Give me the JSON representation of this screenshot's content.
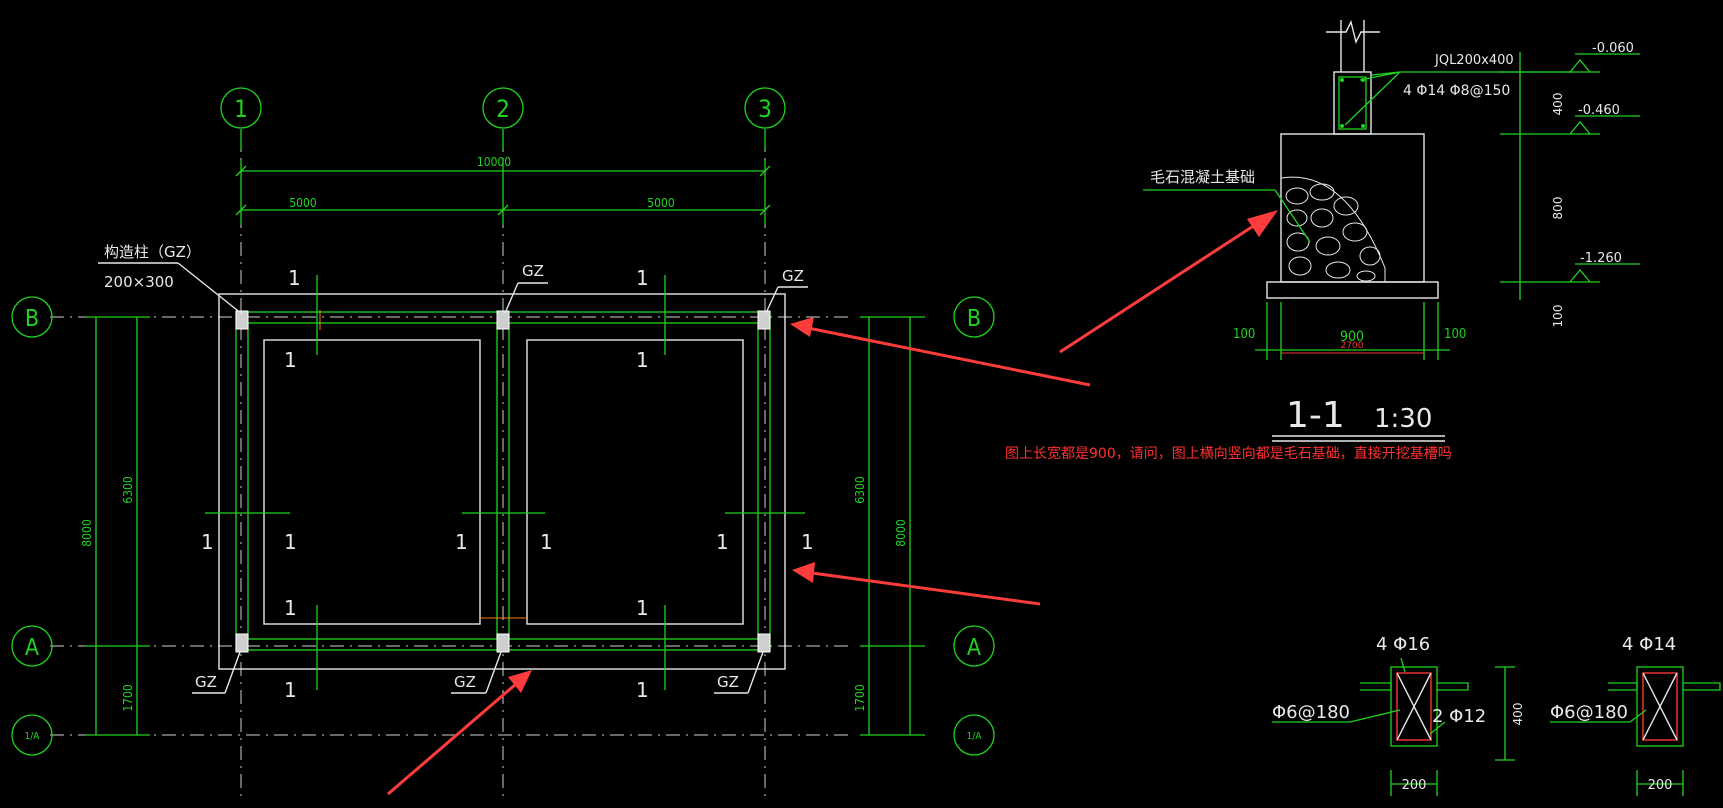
{
  "plan": {
    "axis_numbers": [
      "1",
      "2",
      "3"
    ],
    "axis_letters": [
      "B",
      "A"
    ],
    "axis_bottom_label": "1/A",
    "dim_total": "10000",
    "dim_left": "5000",
    "dim_right": "5000",
    "dim_height_total": "8000",
    "dim_height_a": "6300",
    "dim_height_b": "1700",
    "gz_note_line1": "构造柱（GZ）",
    "gz_note_line2": "200×300",
    "gz_label": "GZ",
    "section_mark": "1"
  },
  "section": {
    "beam_label": "JQL200x400",
    "rebar_label": "4 Φ14  Φ8@150",
    "material_label": "毛石混凝土基础",
    "elev_1": "-0.060",
    "elev_2": "-0.460",
    "elev_3": "-1.260",
    "dim_400": "400",
    "dim_800": "800",
    "dim_100_v": "100",
    "dim_100_left": "100",
    "dim_900": "900",
    "dim_100_right": "100",
    "dim_red": "2700",
    "title_num": "1-1",
    "title_scale": "1:30"
  },
  "annotation": {
    "question": "图上长宽都是900，请问，图上横向竖向都是毛石基础，直接开挖基槽吗"
  },
  "gz_detail_1": {
    "top_rebar": "4 Φ16",
    "stirrup": "Φ6@180",
    "side_rebar": "2 Φ12",
    "dim_h": "400",
    "dim_w": "200"
  },
  "gz_detail_2": {
    "top_rebar": "4 Φ14",
    "stirrup": "Φ6@180",
    "dim_w": "200"
  },
  "colors": {
    "background": "#000000",
    "dimension_green": "#1fd31f",
    "wall_white": "#e8e8e8",
    "annotation_red": "#ff3030"
  }
}
